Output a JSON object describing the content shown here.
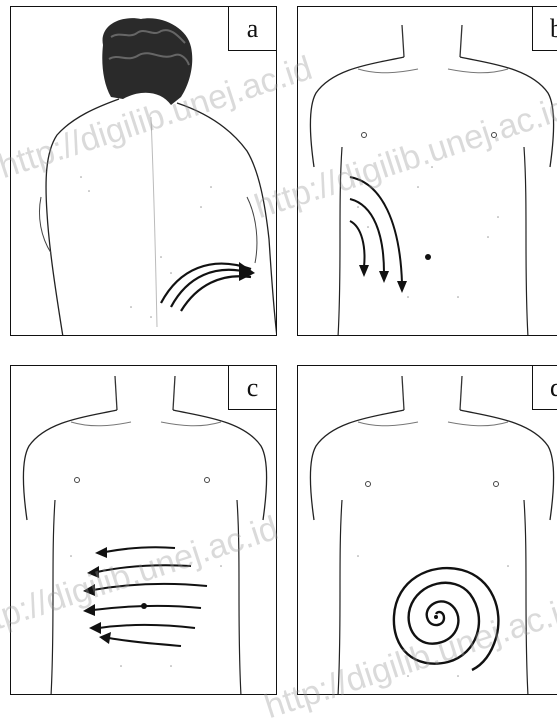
{
  "panels": [
    {
      "id": "a",
      "label": "a"
    },
    {
      "id": "b",
      "label": "b"
    },
    {
      "id": "c",
      "label": "c"
    },
    {
      "id": "d",
      "label": "d"
    }
  ],
  "watermark": "http://digilib.unej.ac.id",
  "colors": {
    "ink": "#111111",
    "border": "#111111",
    "watermark": "#969696"
  }
}
